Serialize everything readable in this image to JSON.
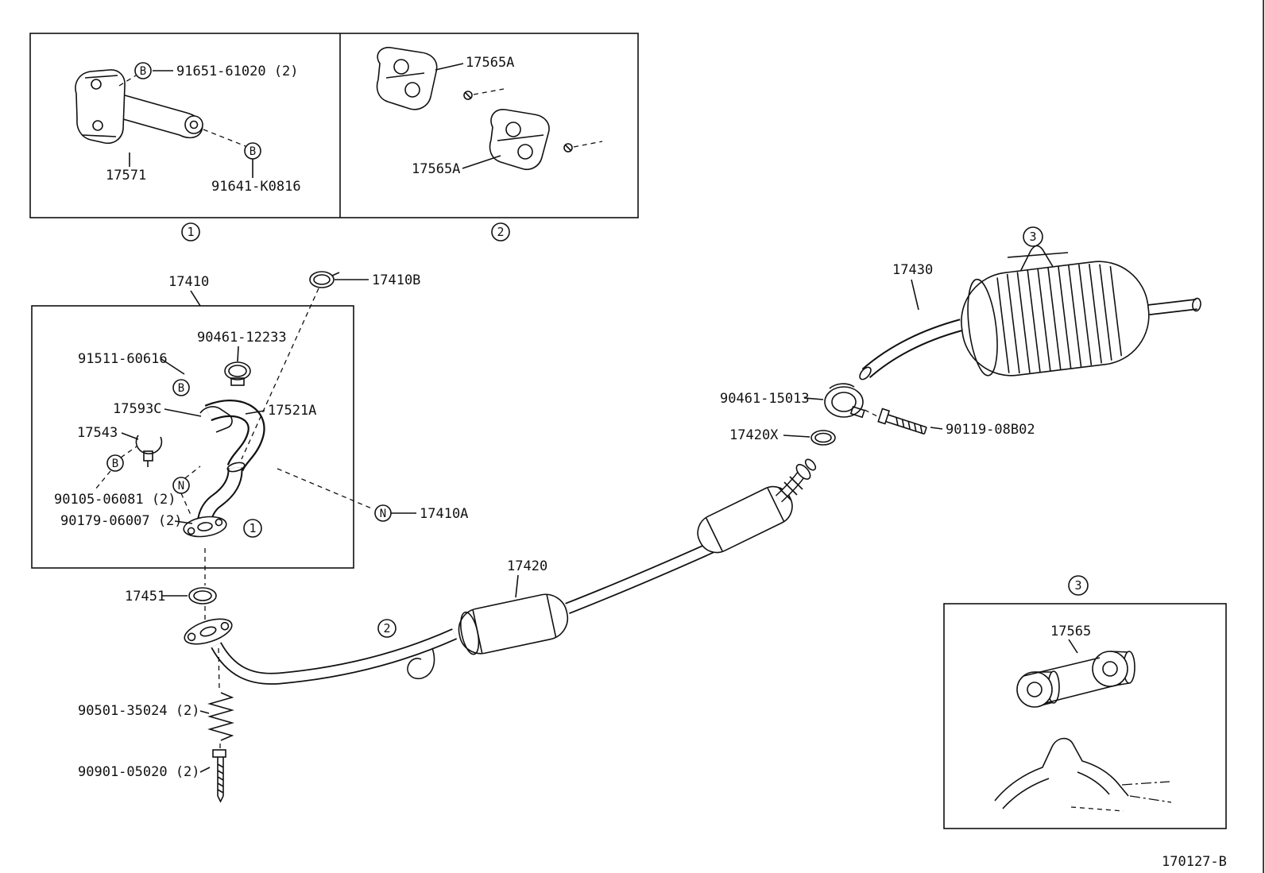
{
  "drawing": {
    "number": "170127-B",
    "callouts": {
      "b": "B",
      "n": "N"
    },
    "sections": {
      "one": "1",
      "two": "2",
      "three": "3"
    }
  },
  "parts": {
    "p91651_61020": "91651-61020 (2)",
    "p17571": "17571",
    "p91641_K0816": "91641-K0816",
    "p17565A": "17565A",
    "p17410": "17410",
    "p17410B": "17410B",
    "p90461_12233": "90461-12233",
    "p91511_60616": "91511-60616",
    "p17593C": "17593C",
    "p17521A": "17521A",
    "p17543": "17543",
    "p90105_06081": "90105-06081 (2)",
    "p90179_06007": "90179-06007 (2)",
    "p17410A": "17410A",
    "p17451": "17451",
    "p17420": "17420",
    "p17430": "17430",
    "p90461_15013": "90461-15013",
    "p17420X": "17420X",
    "p90119_08B02": "90119-08B02",
    "p90501_35024": "90501-35024 (2)",
    "p90901_05020": "90901-05020 (2)",
    "p17565": "17565"
  }
}
